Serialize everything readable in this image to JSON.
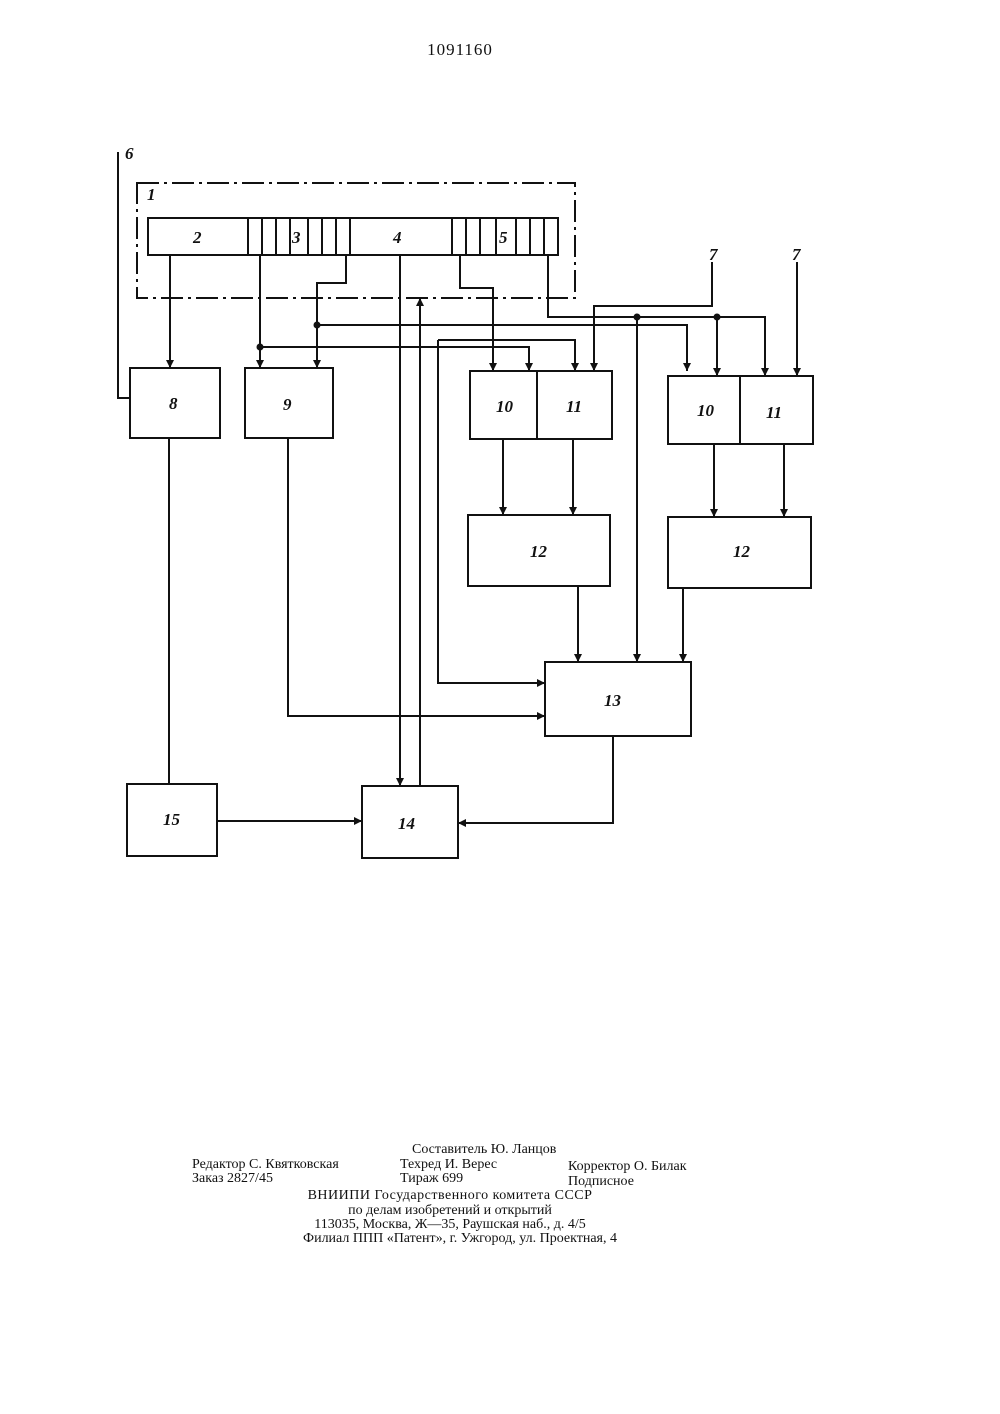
{
  "document": {
    "patent_number": "1091160"
  },
  "diagram": {
    "labels": {
      "outer": "1",
      "reg_2": "2",
      "reg_3": "3",
      "reg_4": "4",
      "reg_5": "5",
      "input_6": "6",
      "input_7a": "7",
      "input_7b": "7",
      "block_8": "8",
      "block_9": "9",
      "block_10a": "10",
      "block_11a": "11",
      "block_10b": "10",
      "block_11b": "11",
      "block_12a": "12",
      "block_12b": "12",
      "block_13": "13",
      "block_14": "14",
      "block_15": "15"
    }
  },
  "imprint": {
    "compiler": "Составитель Ю. Ланцов",
    "editor": "Редактор С. Квятковская",
    "techred": "Техред И. Верес",
    "corrector": "Корректор О. Билак",
    "order": "Заказ 2827/45",
    "circulation": "Тираж 699",
    "subscription": "Подписное",
    "org_line1": "ВНИИПИ Государственного комитета СССР",
    "org_line2": "по делам изобретений и открытий",
    "address": "113035, Москва, Ж—35, Раушская наб., д. 4/5",
    "branch": "Филиал ППП «Патент», г. Ужгород, ул. Проектная, 4"
  }
}
